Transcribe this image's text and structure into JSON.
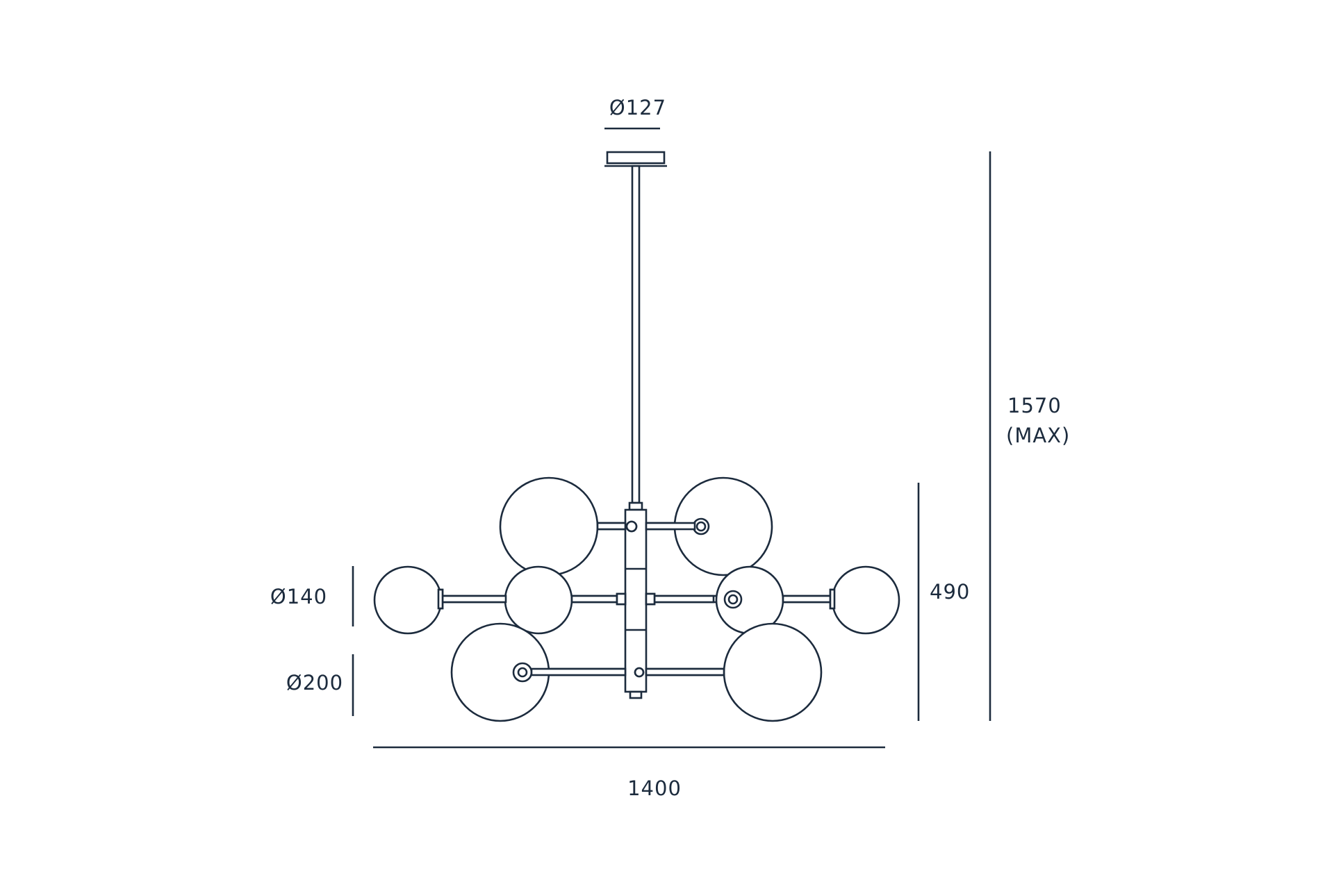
{
  "colors": {
    "line": "#1c2b3d",
    "background": "#ffffff"
  },
  "dimensions": {
    "canopy_diameter": "Ø127",
    "small_globe_diameter": "Ø140",
    "large_globe_diameter": "Ø200",
    "total_height": "1570",
    "total_height_note": "(MAX)",
    "body_height": "490",
    "total_width": "1400"
  }
}
